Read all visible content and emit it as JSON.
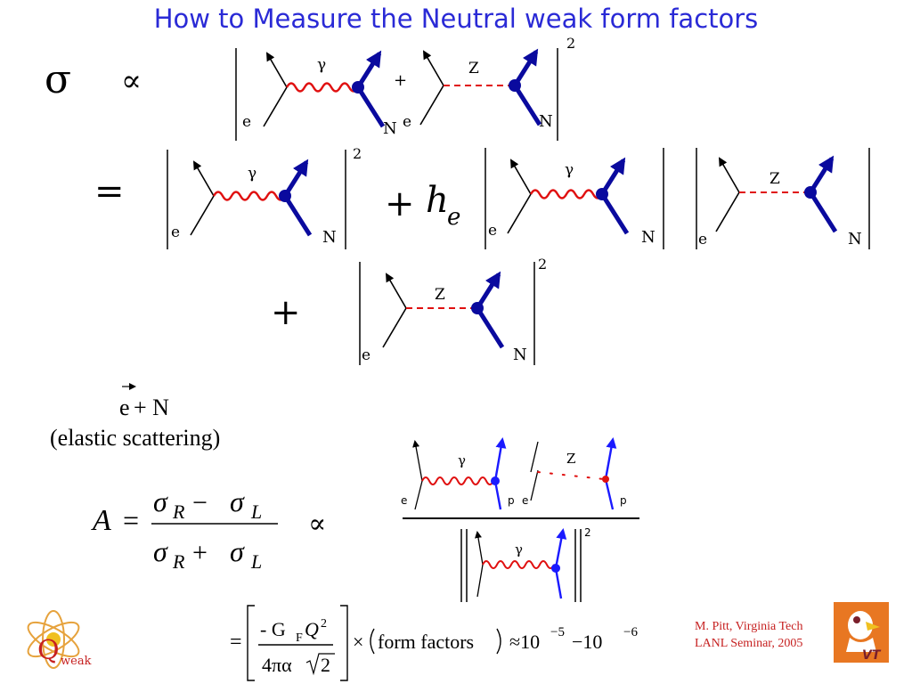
{
  "slide": {
    "title": "How to Measure the Neutral weak form factors"
  },
  "equations": {
    "sigma": "σ",
    "proportional": "∝",
    "equals": "=",
    "plus": "+",
    "he_h": "h",
    "he_sub": "e",
    "exponent_2": "2",
    "reaction_e": "e",
    "reaction_plus_n": " + N",
    "reaction_note": "(elastic scattering)",
    "asym_a": "A",
    "asym_num": "σ",
    "asym_r": "R",
    "asym_minus": " − ",
    "asym_l": "L",
    "asym_plus": " + ",
    "gf_minus": "- G",
    "gf_sub": "F",
    "gf_q": "Q",
    "gf_q_exp": "2",
    "gf_den": "4πα",
    "gf_sqrt_arg": "2",
    "times_ff": "×",
    "ff_text": "form factors",
    "approx": "≈10",
    "exp_neg5": "−5",
    "minus_ten": " −10",
    "exp_neg6": "−6"
  },
  "diagram_labels": {
    "gamma": "γ",
    "z": "Z",
    "e": "e",
    "n": "N",
    "p": "p"
  },
  "colors": {
    "title": "#2a2ad6",
    "photon": "#e01010",
    "nucleon": "#0a0a9e",
    "z_line": "#e01010",
    "footer": "#c62020",
    "proton_blue": "#1a1aff"
  },
  "footer": {
    "line1": "M. Pitt, Virginia Tech",
    "line2": "LANL Seminar, 2005"
  },
  "logos": {
    "qweak_text": "weak",
    "qweak_letter": "Q",
    "vt_text": "VT"
  }
}
